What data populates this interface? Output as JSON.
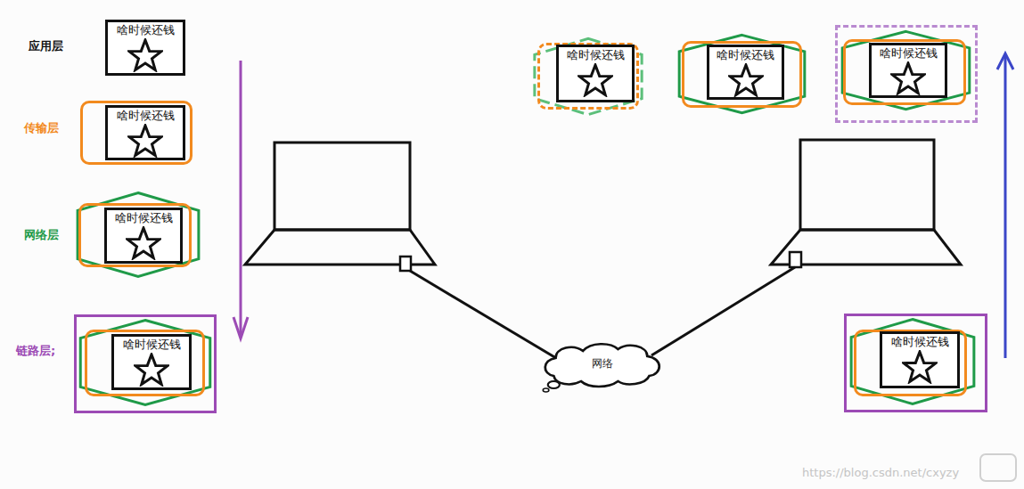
{
  "diagram": {
    "nodes": [
      {
        "text": [
          "啥时候还钱"
        ]
      },
      {
        "text": []
      },
      {
        "text": [
          "啥时候还钱"
        ],
        "in": 1
      },
      {
        "text": []
      },
      {
        "text": [],
        "in": 3
      },
      {
        "text": [
          "啥时候还钱"
        ],
        "in": 4
      },
      {
        "text": []
      },
      {
        "text": [],
        "in": 6
      },
      {
        "text": [],
        "in": 7
      },
      {
        "text": [
          "啥时候还钱"
        ],
        "in": 8
      },
      {
        "text": [
          "网络"
        ]
      },
      {
        "text": []
      },
      {
        "text": [],
        "in": 11
      },
      {
        "text": [
          "啥时候还钱"
        ],
        "in": 12
      },
      {
        "text": []
      },
      {
        "text": [],
        "in": 14
      },
      {
        "text": [
          "啥时候还钱"
        ],
        "in": 15
      },
      {
        "text": []
      },
      {
        "text": [],
        "in": 17
      },
      {
        "text": [],
        "in": 18
      },
      {
        "text": [
          "啥时候还钱"
        ],
        "in": 19
      },
      {
        "text": []
      },
      {
        "text": [],
        "in": 21
      },
      {
        "text": [],
        "in": 22
      },
      {
        "text": [
          "啥时候还钱"
        ],
        "in": 23
      }
    ],
    "labels": [
      "应用层",
      "传输层",
      "网络层",
      "链路层;",
      "https://blog.csdn.net/cxyzy"
    ]
  }
}
